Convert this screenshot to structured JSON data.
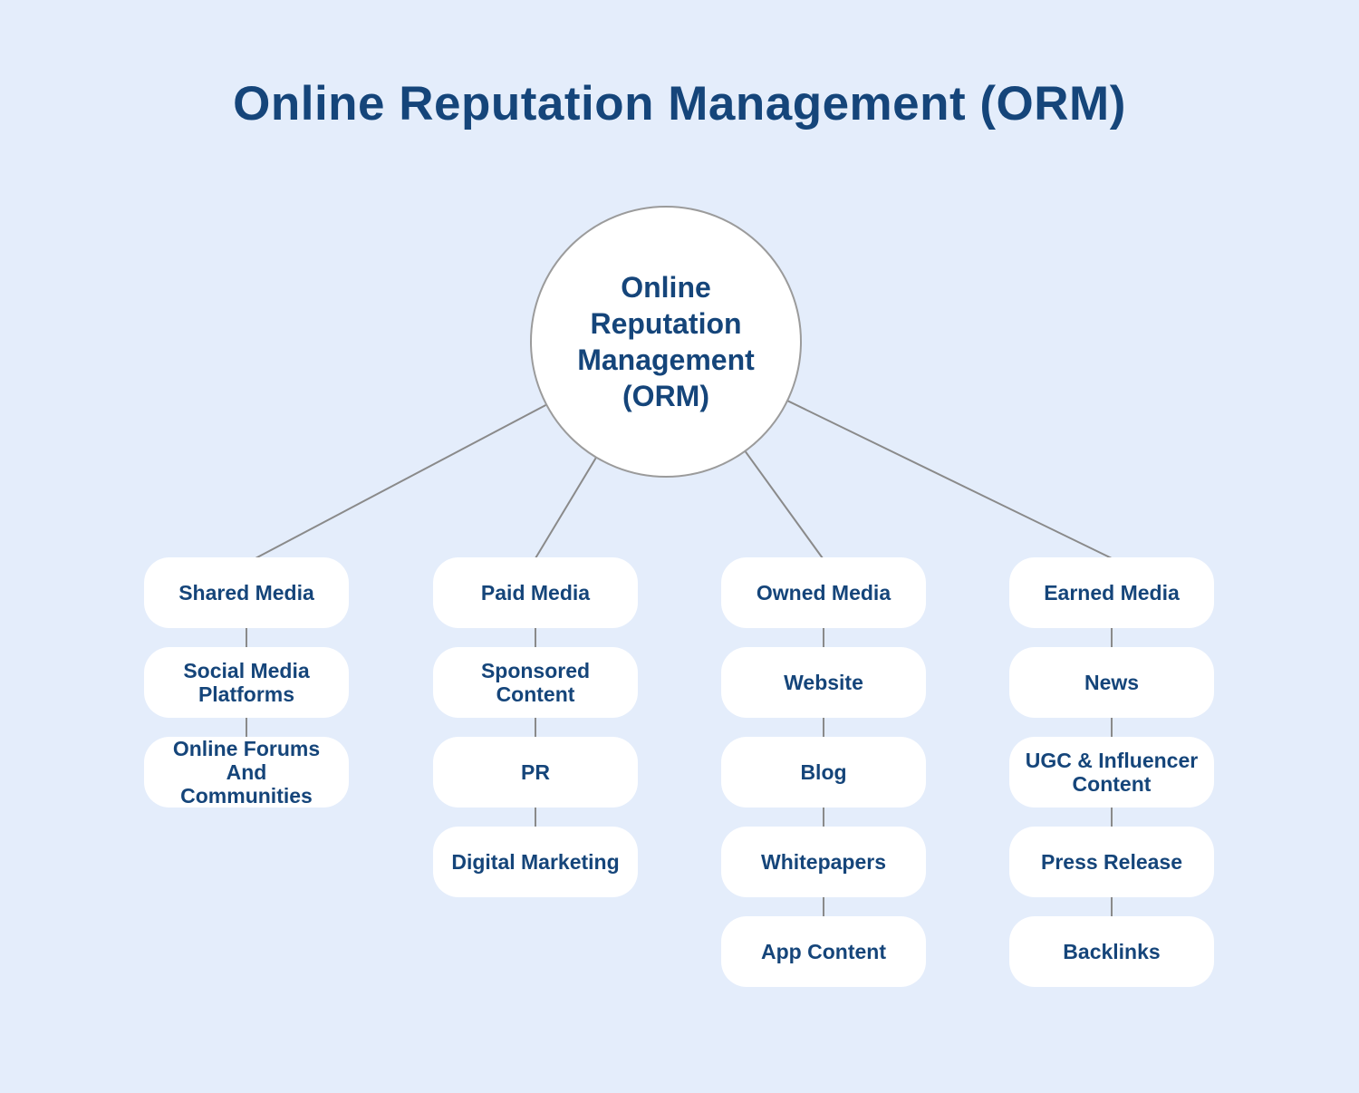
{
  "title": "Online Reputation Management (ORM)",
  "root": {
    "label": "Online\nReputation\nManagement\n(ORM)"
  },
  "columns": [
    {
      "nodes": [
        "Shared Media",
        "Social Media\nPlatforms",
        "Online Forums\nAnd\nCommunities"
      ]
    },
    {
      "nodes": [
        "Paid Media",
        "Sponsored\nContent",
        "PR",
        "Digital Marketing"
      ]
    },
    {
      "nodes": [
        "Owned Media",
        "Website",
        "Blog",
        "Whitepapers",
        "App Content"
      ]
    },
    {
      "nodes": [
        "Earned Media",
        "News",
        "UGC & Influencer\nContent",
        "Press Release",
        "Backlinks"
      ]
    }
  ],
  "colors": {
    "background": "#E4EDFB",
    "node_fill": "#FFFFFF",
    "text": "#15457A",
    "connector_line": "#8A8A8A",
    "circle_border": "#9B9B9B"
  }
}
